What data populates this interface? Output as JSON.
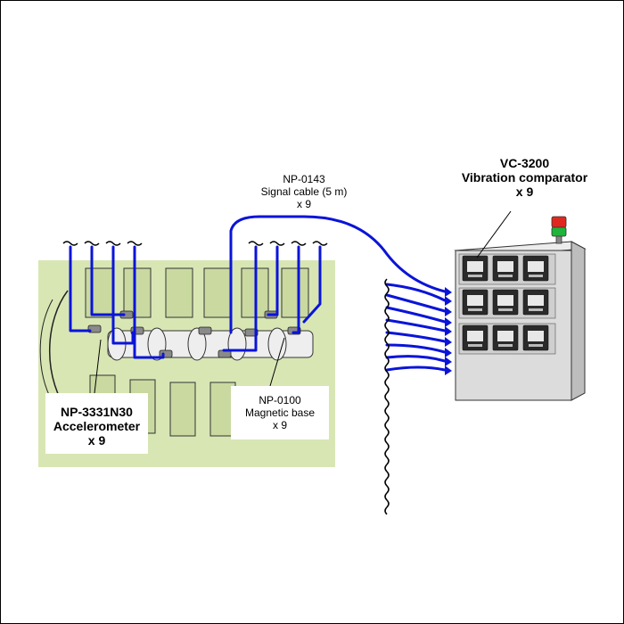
{
  "accelerometer": {
    "model": "NP-3331N30",
    "name": "Accelerometer",
    "qty": "x 9"
  },
  "magnetic_base": {
    "model": "NP-0100",
    "name": "Magnetic base",
    "qty": "x 9"
  },
  "signal_cable": {
    "model": "NP-0143",
    "name": "Signal cable (5 m)",
    "qty": "x 9"
  },
  "comparator": {
    "model": "VC-3200",
    "name": "Vibration comparator",
    "qty": "x 9"
  },
  "colors": {
    "cable": "#0a14d8",
    "machine_bg": "#d8e6b4",
    "machine_part": "#c9d9a0",
    "cabinet": "#dcdcdc",
    "lamp_red": "#e0281e",
    "lamp_green": "#1fb53a"
  }
}
